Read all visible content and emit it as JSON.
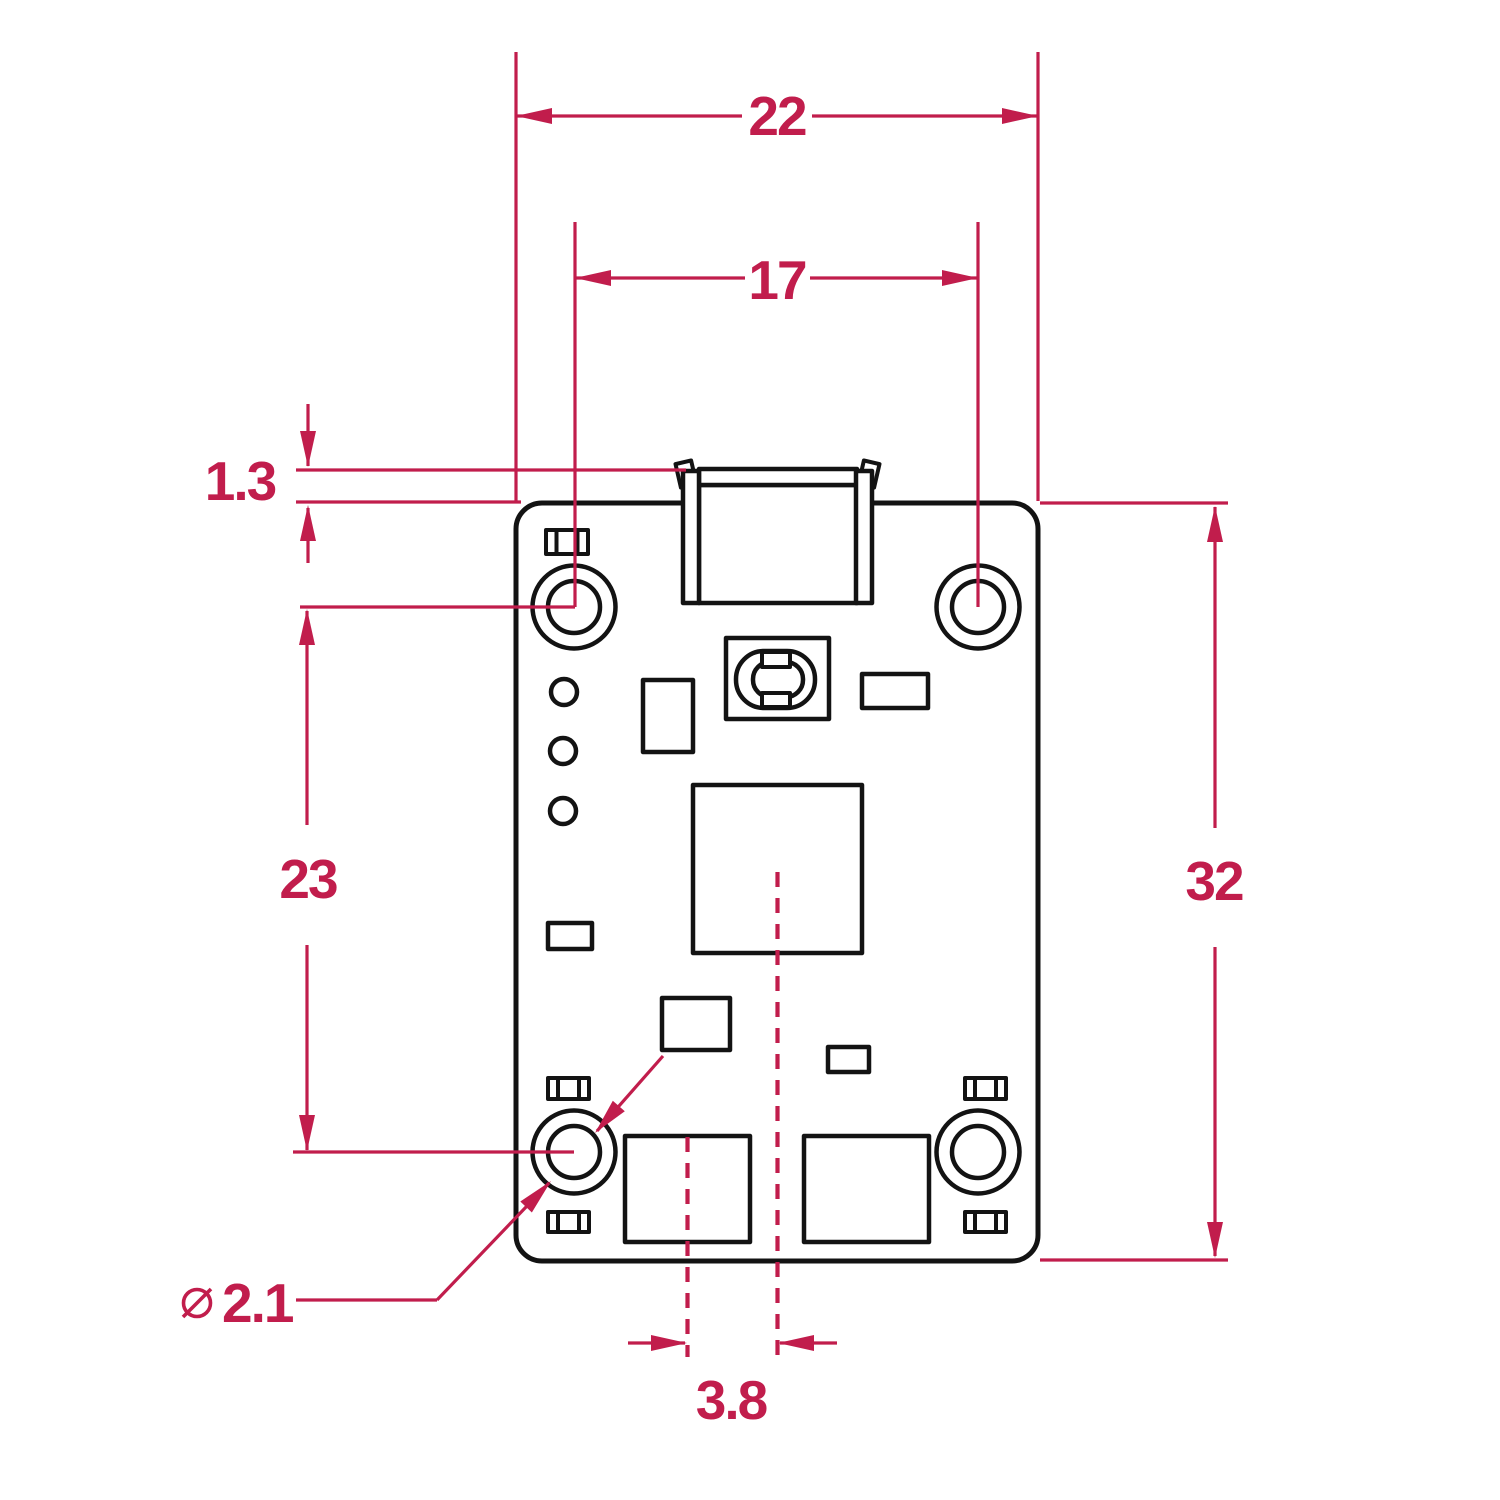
{
  "figure": {
    "type": "mechanical-dimension-drawing",
    "subject": "camera-module-pcb-top-view",
    "accent_color": "#c11d4c",
    "outline_color": "#131313",
    "background_color": "#ffffff",
    "dims": {
      "board_width": "22",
      "hole_pitch_horizontal": "17",
      "connector_overhang": "1.3",
      "hole_pitch_vertical": "23",
      "board_height": "32",
      "hole_diameter": "2.1",
      "hole_diameter_symbol": "⌀",
      "sensor_center_offset": "3.8"
    }
  }
}
